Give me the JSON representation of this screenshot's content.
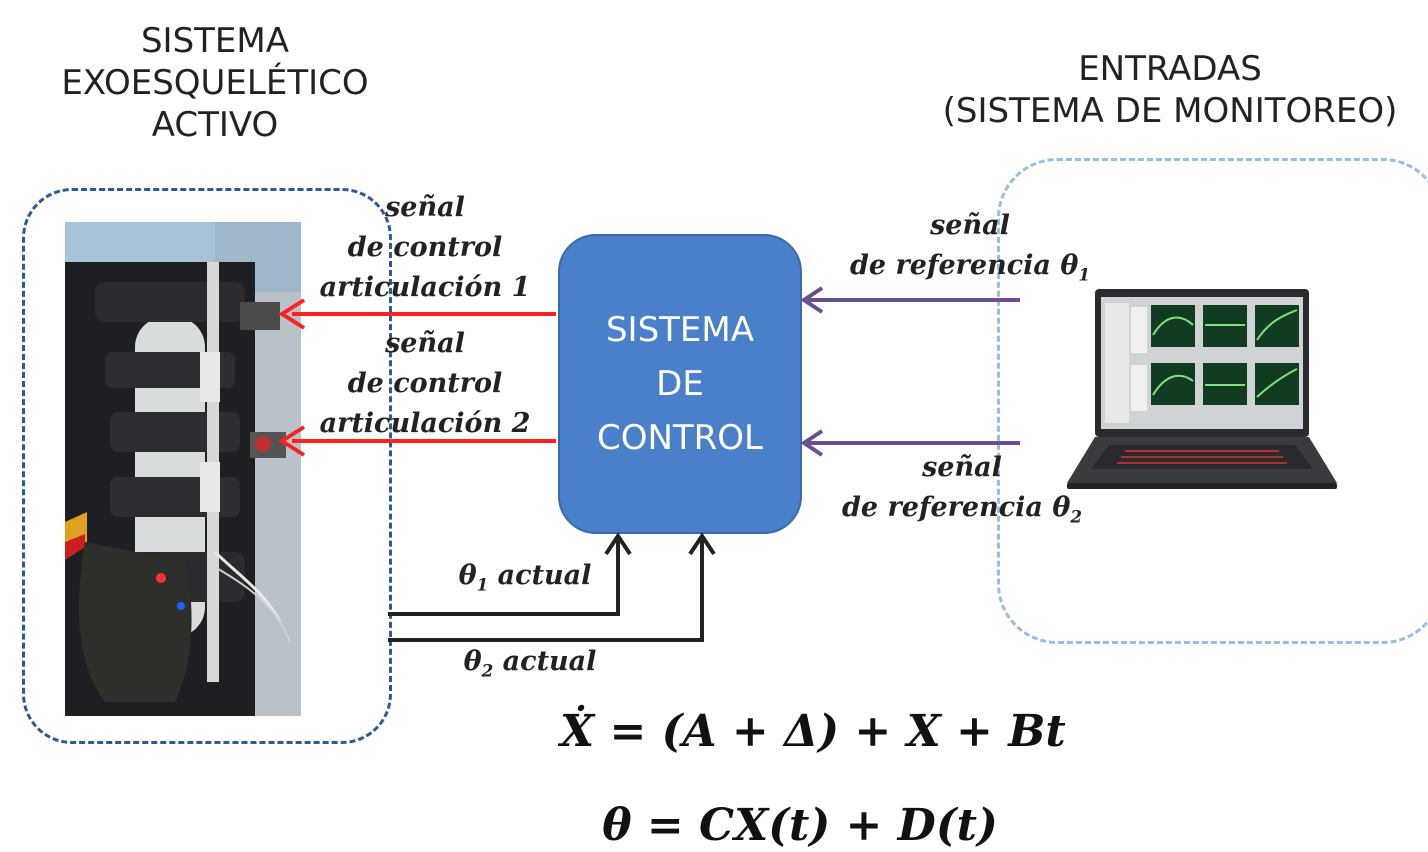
{
  "titles": {
    "exo": [
      "SISTEMA",
      "EXOESQUELÉTICO",
      "ACTIVO"
    ],
    "inputs": [
      "ENTRADAS",
      "(SISTEMA DE MONITOREO)"
    ]
  },
  "control_box": [
    "SISTEMA",
    "DE",
    "CONTROL"
  ],
  "labels": {
    "control_signal_1": [
      "señal",
      "de control",
      "articulación 1"
    ],
    "control_signal_2": [
      "señal",
      "de control",
      "articulación 2"
    ],
    "reference_1": {
      "line1": "señal",
      "line2": "de referencia",
      "symbol": "θ",
      "sub": "1"
    },
    "reference_2": {
      "line1": "señal",
      "line2": "de referencia",
      "symbol": "θ",
      "sub": "2"
    },
    "actual_1": {
      "symbol": "θ",
      "sub": "1",
      "text": "actual"
    },
    "actual_2": {
      "symbol": "θ",
      "sub": "2",
      "text": "actual"
    }
  },
  "equations": {
    "state": "Ẋ = (A + Δ) + X + Bt",
    "output": "θ = CX(t) + D(t)"
  },
  "colors": {
    "control_arrow": "#ff2020",
    "reference_arrow": "#6a4f8f",
    "feedback_line": "#222222",
    "control_box": "#4a80c9"
  },
  "icons": {
    "photo": "exoskeleton-photo",
    "laptop": "laptop-monitoring-icon"
  }
}
